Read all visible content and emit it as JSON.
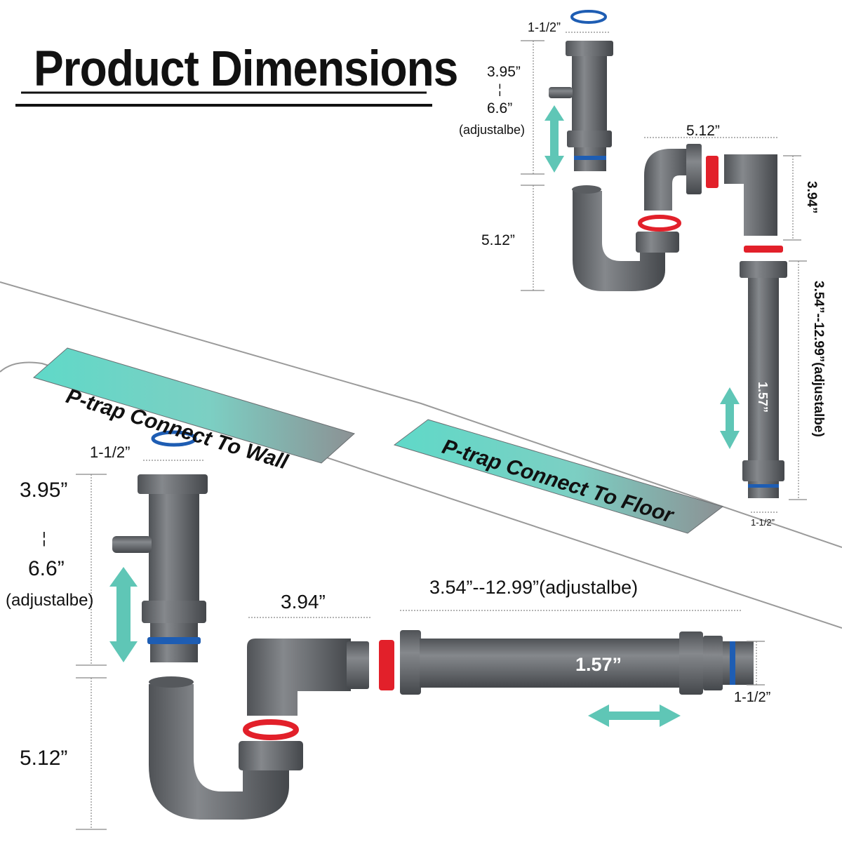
{
  "title": "Product Dimensions",
  "banners": {
    "wall": "P-trap Connect To Wall",
    "floor": "P-trap Connect To Floor"
  },
  "colors": {
    "pipe": "#6b6e72",
    "pipe_dark": "#4a4d51",
    "banner": "#5fd9c8",
    "banner_dark": "#8b8f92",
    "gasket_red": "#e2202a",
    "gasket_blue": "#1e5db3",
    "arrow": "#5fc6b6"
  },
  "floor_trap": {
    "top_pipe_diameter": "1-1/2”",
    "height_min": "3.95”",
    "height_sep": "¦",
    "height_max": "6.6”",
    "height_note": "(adjustalbe)",
    "bend_height": "5.12”",
    "elbow_width": "5.12”",
    "elbow_height": "3.94”",
    "drop_length": "3.54”--12.99”(adjustalbe)",
    "drop_inner": "1.57”",
    "drop_bottom": "1-1/2”"
  },
  "wall_trap": {
    "top_pipe_diameter": "1-1/2”",
    "height_min": "3.95”",
    "height_sep": "¦",
    "height_max": "6.6”",
    "height_note": "(adjustalbe)",
    "bend_height": "5.12”",
    "elbow_width": "3.94”",
    "wall_pipe_length": "3.54”--12.99”(adjustalbe)",
    "wall_pipe_inner": "1.57”",
    "wall_pipe_end": "1-1/2”"
  }
}
